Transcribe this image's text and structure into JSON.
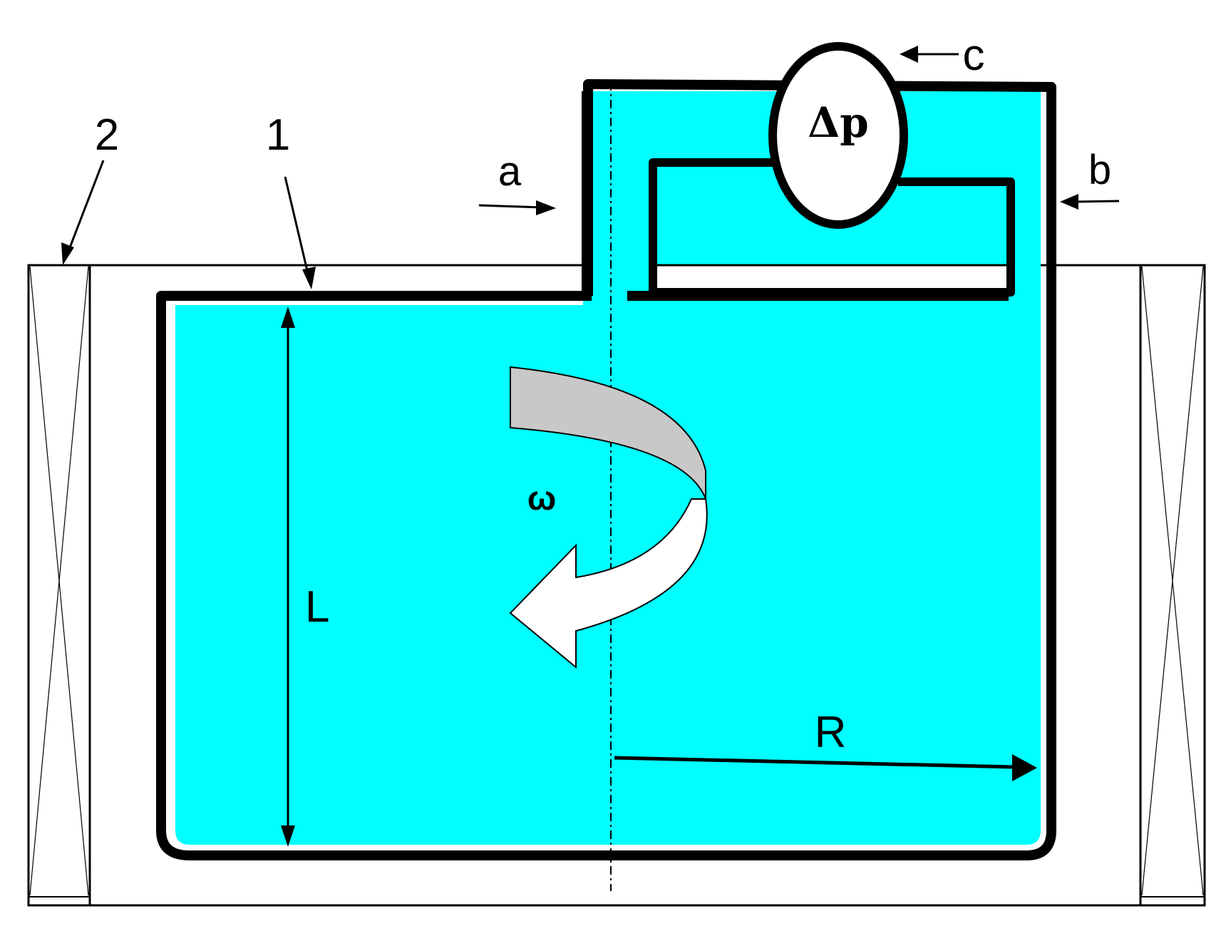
{
  "labels": {
    "coil": "2",
    "vessel": "1",
    "inlet_a": "a",
    "inlet_b": "b",
    "inlet_c": "c",
    "pressure": "Δp",
    "omega": "ω",
    "length": "L",
    "radius": "R"
  },
  "colors": {
    "fluid": "#00ffff",
    "wall": "#000000",
    "rotation_arrow_back": "#c8c8c8",
    "rotation_arrow_front": "#ffffff"
  }
}
